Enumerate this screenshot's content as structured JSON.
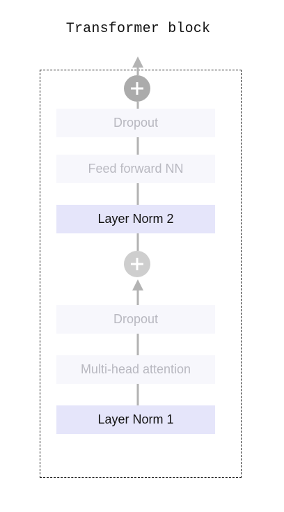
{
  "title": "Transformer block",
  "blocks": {
    "dropout_top": "Dropout",
    "feed_forward": "Feed forward NN",
    "layer_norm_2": "Layer Norm 2",
    "dropout_bottom": "Dropout",
    "attention": "Multi-head attention",
    "layer_norm_1": "Layer Norm 1"
  },
  "add_nodes": {
    "top": "plus-icon",
    "bottom": "plus-icon"
  },
  "colors": {
    "faded_box": "#f7f7fc",
    "faded_text": "#b8b8c0",
    "norm_box": "#e5e5fa",
    "connector": "#b3b3b3",
    "add_dark": "#ababab",
    "add_light": "#cecece",
    "frame": "#222222"
  }
}
